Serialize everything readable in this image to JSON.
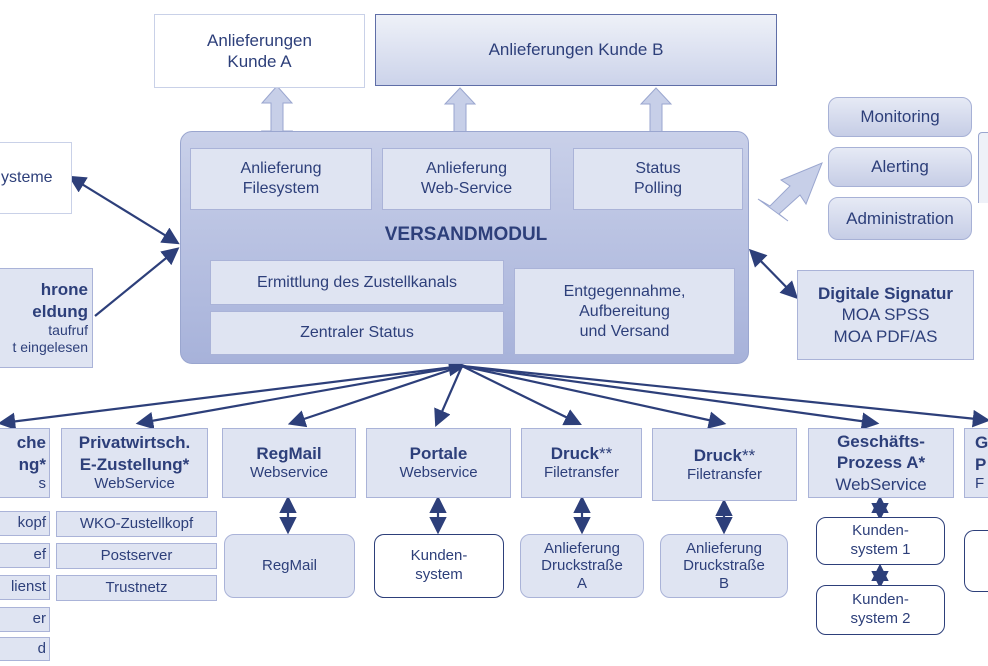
{
  "top": {
    "kunde_a": [
      "Anlieferungen",
      "Kunde A"
    ],
    "kunde_b": "Anlieferungen  Kunde B"
  },
  "versand": {
    "title": "VERSANDMODUL",
    "anlieferung_fs": [
      "Anlieferung",
      "Filesystem"
    ],
    "anlieferung_ws": [
      "Anlieferung",
      "Web-Service"
    ],
    "status_polling": [
      "Status",
      "Polling"
    ],
    "zustellkanal": "Ermittlung  des Zustellkanals",
    "zentraler_status": "Zentraler  Status",
    "entgegennahme": [
      "Entgegennahme,",
      "Aufbereitung",
      "und Versand"
    ]
  },
  "left": {
    "systeme": "ysteme",
    "async": [
      "hrone",
      "eldung",
      "taufruf",
      "t eingelesen"
    ]
  },
  "right": {
    "monitoring": "Monitoring",
    "alerting": "Alerting",
    "administration": "Administration",
    "signatur": [
      "Digitale  Signatur",
      "MOA SPSS",
      "MOA PDF/AS"
    ]
  },
  "bottom": {
    "col0": {
      "head": [
        "che",
        "ng*",
        "s"
      ],
      "items": [
        "kopf",
        "ef",
        "lienst",
        "er",
        "d"
      ]
    },
    "col1": {
      "head": [
        "Privatwirtsch.",
        "E-Zustellung*",
        "WebService"
      ],
      "items": [
        "WKO-Zustellkopf",
        "Postserver",
        "Trustnetz"
      ]
    },
    "col2": {
      "head": [
        "RegMail",
        "Webservice"
      ],
      "item": "RegMail"
    },
    "col3": {
      "head": [
        "Portale",
        "Webservice"
      ],
      "item": [
        "Kunden-",
        "system"
      ]
    },
    "col4": {
      "head": [
        "Druck",
        "**",
        "Filetransfer"
      ],
      "item": [
        "Anlieferung",
        "Druckstraße",
        "A"
      ]
    },
    "col5": {
      "head": [
        "Druck",
        "**",
        "Filetransfer"
      ],
      "item": [
        "Anlieferung",
        "Druckstraße",
        "B"
      ]
    },
    "col6": {
      "head": [
        "Geschäfts-",
        "Prozess A*",
        "WebService"
      ],
      "items": [
        [
          "Kunden-",
          "system 1"
        ],
        [
          "Kunden-",
          "system 2"
        ]
      ]
    },
    "col7": {
      "head": [
        "G",
        "P",
        "F"
      ]
    }
  }
}
